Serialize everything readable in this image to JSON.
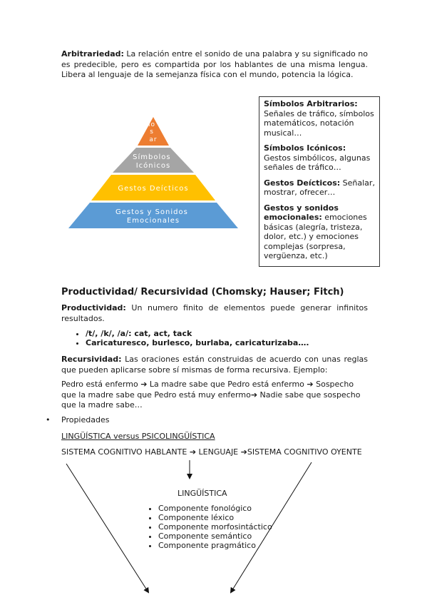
{
  "arbitrariedad": {
    "label": "Arbitrariedad:",
    "text": " La relación entre el sonido de una palabra y su significado no es predecible, pero es compartida por los hablantes de una misma lengua. Libera al lenguaje de la semejanza física con el mundo, potencia la lógica."
  },
  "pyramid": {
    "top_lines": [
      "lo",
      "s",
      "ar"
    ],
    "level2_lines": [
      "Símbolos",
      "Icónicos"
    ],
    "level3": "Gestos Deícticos",
    "level4_lines": [
      "Gestos y Sonidos",
      "Emocionales"
    ],
    "colors": [
      "#ed7d31",
      "#a5a5a5",
      "#ffc000",
      "#5b9bd5"
    ]
  },
  "symbols_box": [
    {
      "title": "Símbolos Arbitrarios:",
      "text": " Señales de tráfico, símbolos matemáticos, notación musical…"
    },
    {
      "title": "Símbolos Icónicos:",
      "text": " Gestos simbólicos, algunas señales de tráfico…"
    },
    {
      "title": "Gestos Deícticos:",
      "text": " Señalar, mostrar, ofrecer…"
    },
    {
      "title": "Gestos y sonidos emocionales:",
      "text": " emociones básicas (alegría, tristeza, dolor, etc.) y emociones complejas (sorpresa, vergüenza, etc.)"
    }
  ],
  "productividad_heading": "Productividad/ Recursividad (Chomsky; Hauser; Fitch)",
  "productividad": {
    "label": "Productividad:",
    "text": " Un numero finito de elementos puede generar infinitos resultados.",
    "bullets": [
      "/t/, /k/, /a/:  cat, act, tack",
      "Caricaturesco, burlesco, burlaba, caricaturizaba…."
    ]
  },
  "recursividad": {
    "label": "Recursividad:",
    "text": " Las oraciones están construidas de acuerdo con unas reglas que pueden aplicarse sobre sí mismas de forma recursiva. Ejemplo:"
  },
  "example": "Pedro está enfermo ➔ La madre sabe que Pedro está enfermo ➔ Sospecho que la madre sabe que Pedro está muy enfermo➔ Nadie sabe que sospecho que la madre sabe…",
  "propiedades": "Propiedades",
  "ling_vs_psico": "LINGÜÍSTICA versus PSICOLINGÜÍSTICA",
  "sistema_line": "SISTEMA COGNITIVO HABLANTE ➔ LENGUAJE ➔SISTEMA COGNITIVO OYENTE",
  "linguistica": "LINGÜÍSTICA",
  "componentes": [
    "Componente fonológico",
    "Componente léxico",
    "Componente morfosintáctico",
    "Componente semántico",
    "Componente pragmático"
  ]
}
